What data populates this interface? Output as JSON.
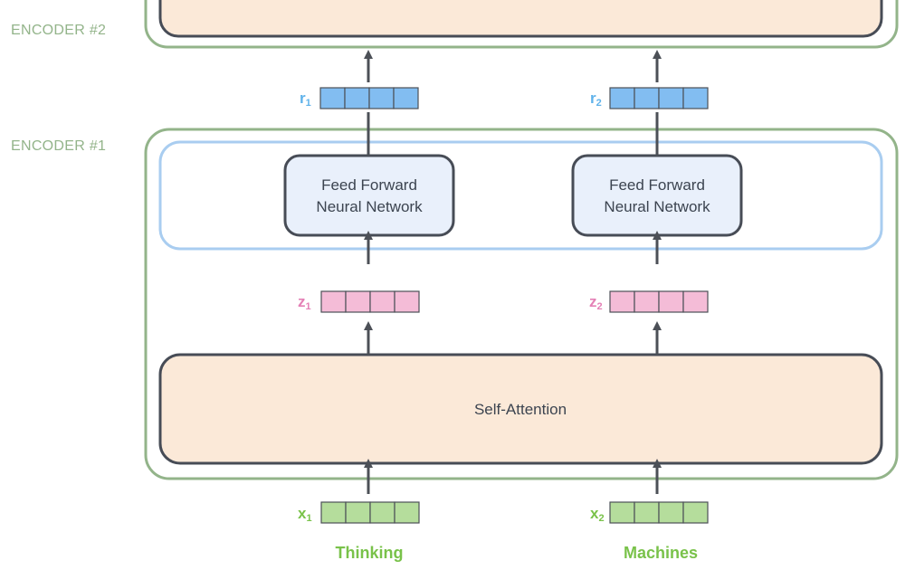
{
  "encoders": {
    "encoder2": {
      "label": "ENCODER #2"
    },
    "encoder1": {
      "label": "ENCODER #1"
    }
  },
  "self_attention": {
    "label": "Self-Attention"
  },
  "ffnn": [
    {
      "line1": "Feed Forward",
      "line2": "Neural Network"
    },
    {
      "line1": "Feed Forward",
      "line2": "Neural Network"
    }
  ],
  "vectors": {
    "r": {
      "letter": "r",
      "subs": [
        "1",
        "2"
      ]
    },
    "z": {
      "letter": "z",
      "subs": [
        "1",
        "2"
      ]
    },
    "x": {
      "letter": "x",
      "subs": [
        "1",
        "2"
      ]
    }
  },
  "words": [
    "Thinking",
    "Machines"
  ],
  "colors": {
    "encoder_border": "#93b48a",
    "ffnn_layer_border": "#a9cdf0",
    "box_border": "#474c56",
    "self_attention_fill": "#fbe9d8",
    "ffnn_fill": "#e9f0fb",
    "r_vector": "#82bdf1",
    "r_label": "#5fb2ea",
    "z_vector": "#f4bcd7",
    "z_label": "#e480b6",
    "x_vector": "#b5dd9c",
    "x_label": "#79c24a",
    "word": "#79c24a",
    "arrow": "#4c5057"
  }
}
